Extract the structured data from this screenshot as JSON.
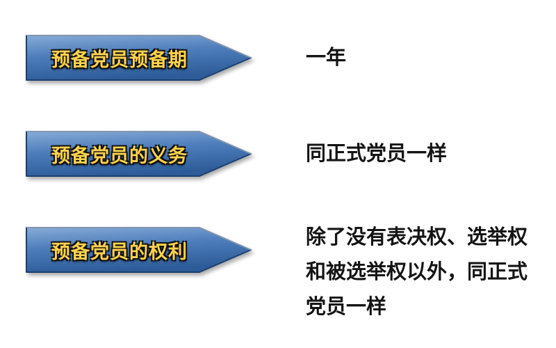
{
  "diagram": {
    "rows": [
      {
        "label": "预备党员预备期",
        "value": "一年"
      },
      {
        "label": "预备党员的义务",
        "value": "同正式党员一样"
      },
      {
        "label": "预备党员的权利",
        "value": "除了没有表决权、选举权和被选举权以外，同正式党员一样"
      }
    ],
    "colors": {
      "arrow_fill_light": "#7da4d1",
      "arrow_fill_mid": "#4f7ebc",
      "arrow_fill_dark": "#30609d",
      "arrow_border": "#1c3f6e",
      "label_text": "#ffd34d",
      "label_outline": "#111111",
      "value_text": "#141414",
      "background": "#ffffff"
    }
  }
}
